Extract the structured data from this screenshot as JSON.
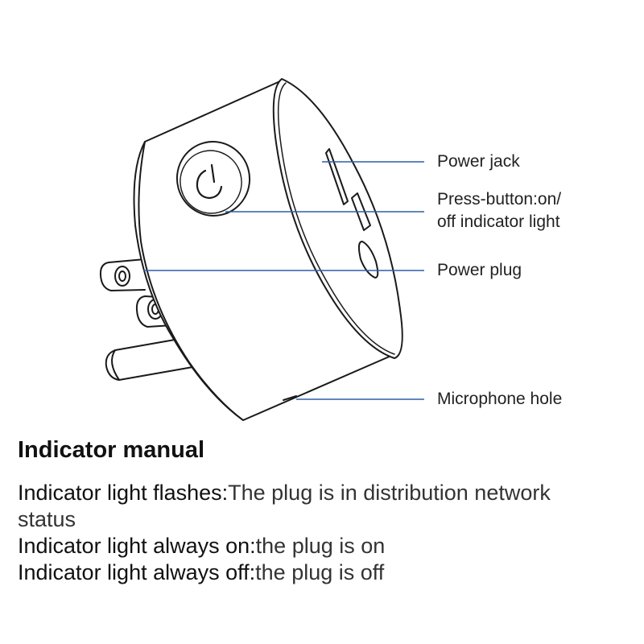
{
  "callouts": {
    "power_jack": "Power jack",
    "press_button_line1": "Press-button:on/",
    "press_button_line2": "off indicator light",
    "power_plug": "Power plug",
    "microphone_hole": "Microphone hole"
  },
  "colors": {
    "leader_line": "#2e5fa8",
    "outline": "#1a1a1a"
  },
  "manual": {
    "heading": "Indicator manual",
    "items": [
      {
        "term": "Indicator light flashes:",
        "desc": "The plug is in distribution network status"
      },
      {
        "term": "Indicator light always on:",
        "desc": "the plug is on"
      },
      {
        "term": "Indicator light always off:",
        "desc": "the plug is off"
      }
    ]
  }
}
